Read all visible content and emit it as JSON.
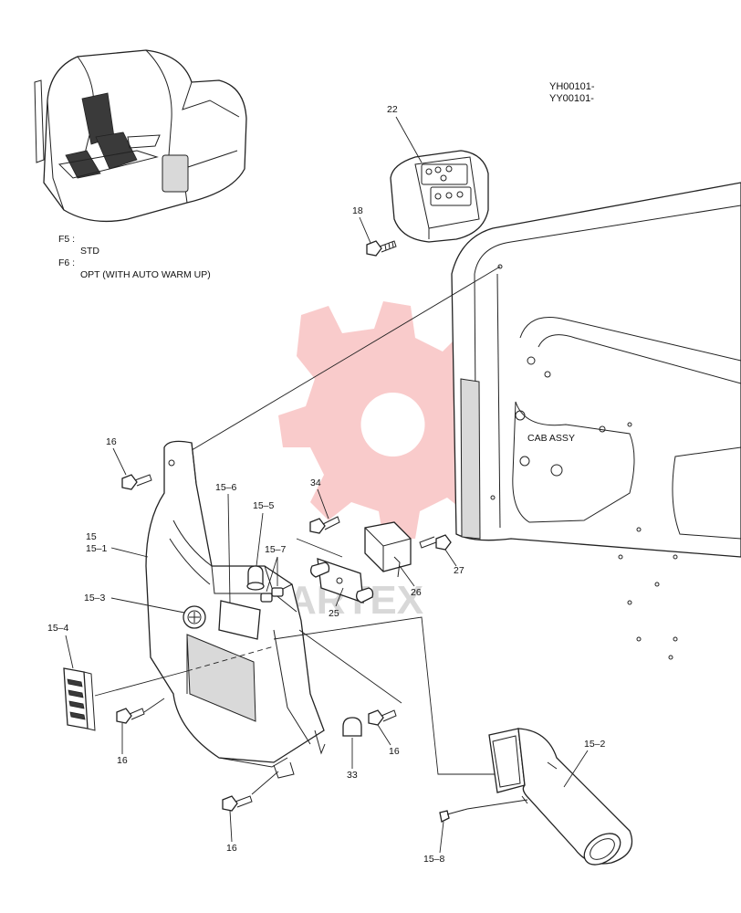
{
  "header": {
    "codes": [
      "YH00101-",
      "YY00101-"
    ]
  },
  "notes": [
    {
      "key": "F5 :",
      "text": "STD"
    },
    {
      "key": "F6 :",
      "text": "OPT (WITH AUTO WARM UP)"
    }
  ],
  "assembly_label": "CAB ASSY",
  "watermark": {
    "text": "ARTEX",
    "color": "#f28b8b"
  },
  "callouts": {
    "c22": "22",
    "c18": "18",
    "c16_top": "16",
    "c34": "34",
    "c15_6": "15–6",
    "c15_5": "15–5",
    "c15_7": "15–7",
    "c15": "15",
    "c15_1": "15–1",
    "c15_3": "15–3",
    "c15_4": "15–4",
    "c25": "25",
    "c26": "26",
    "c27": "27",
    "c16_left": "16",
    "c33": "33",
    "c16_mid": "16",
    "c16_bottom": "16",
    "c15_2": "15–2",
    "c15_8": "15–8"
  }
}
